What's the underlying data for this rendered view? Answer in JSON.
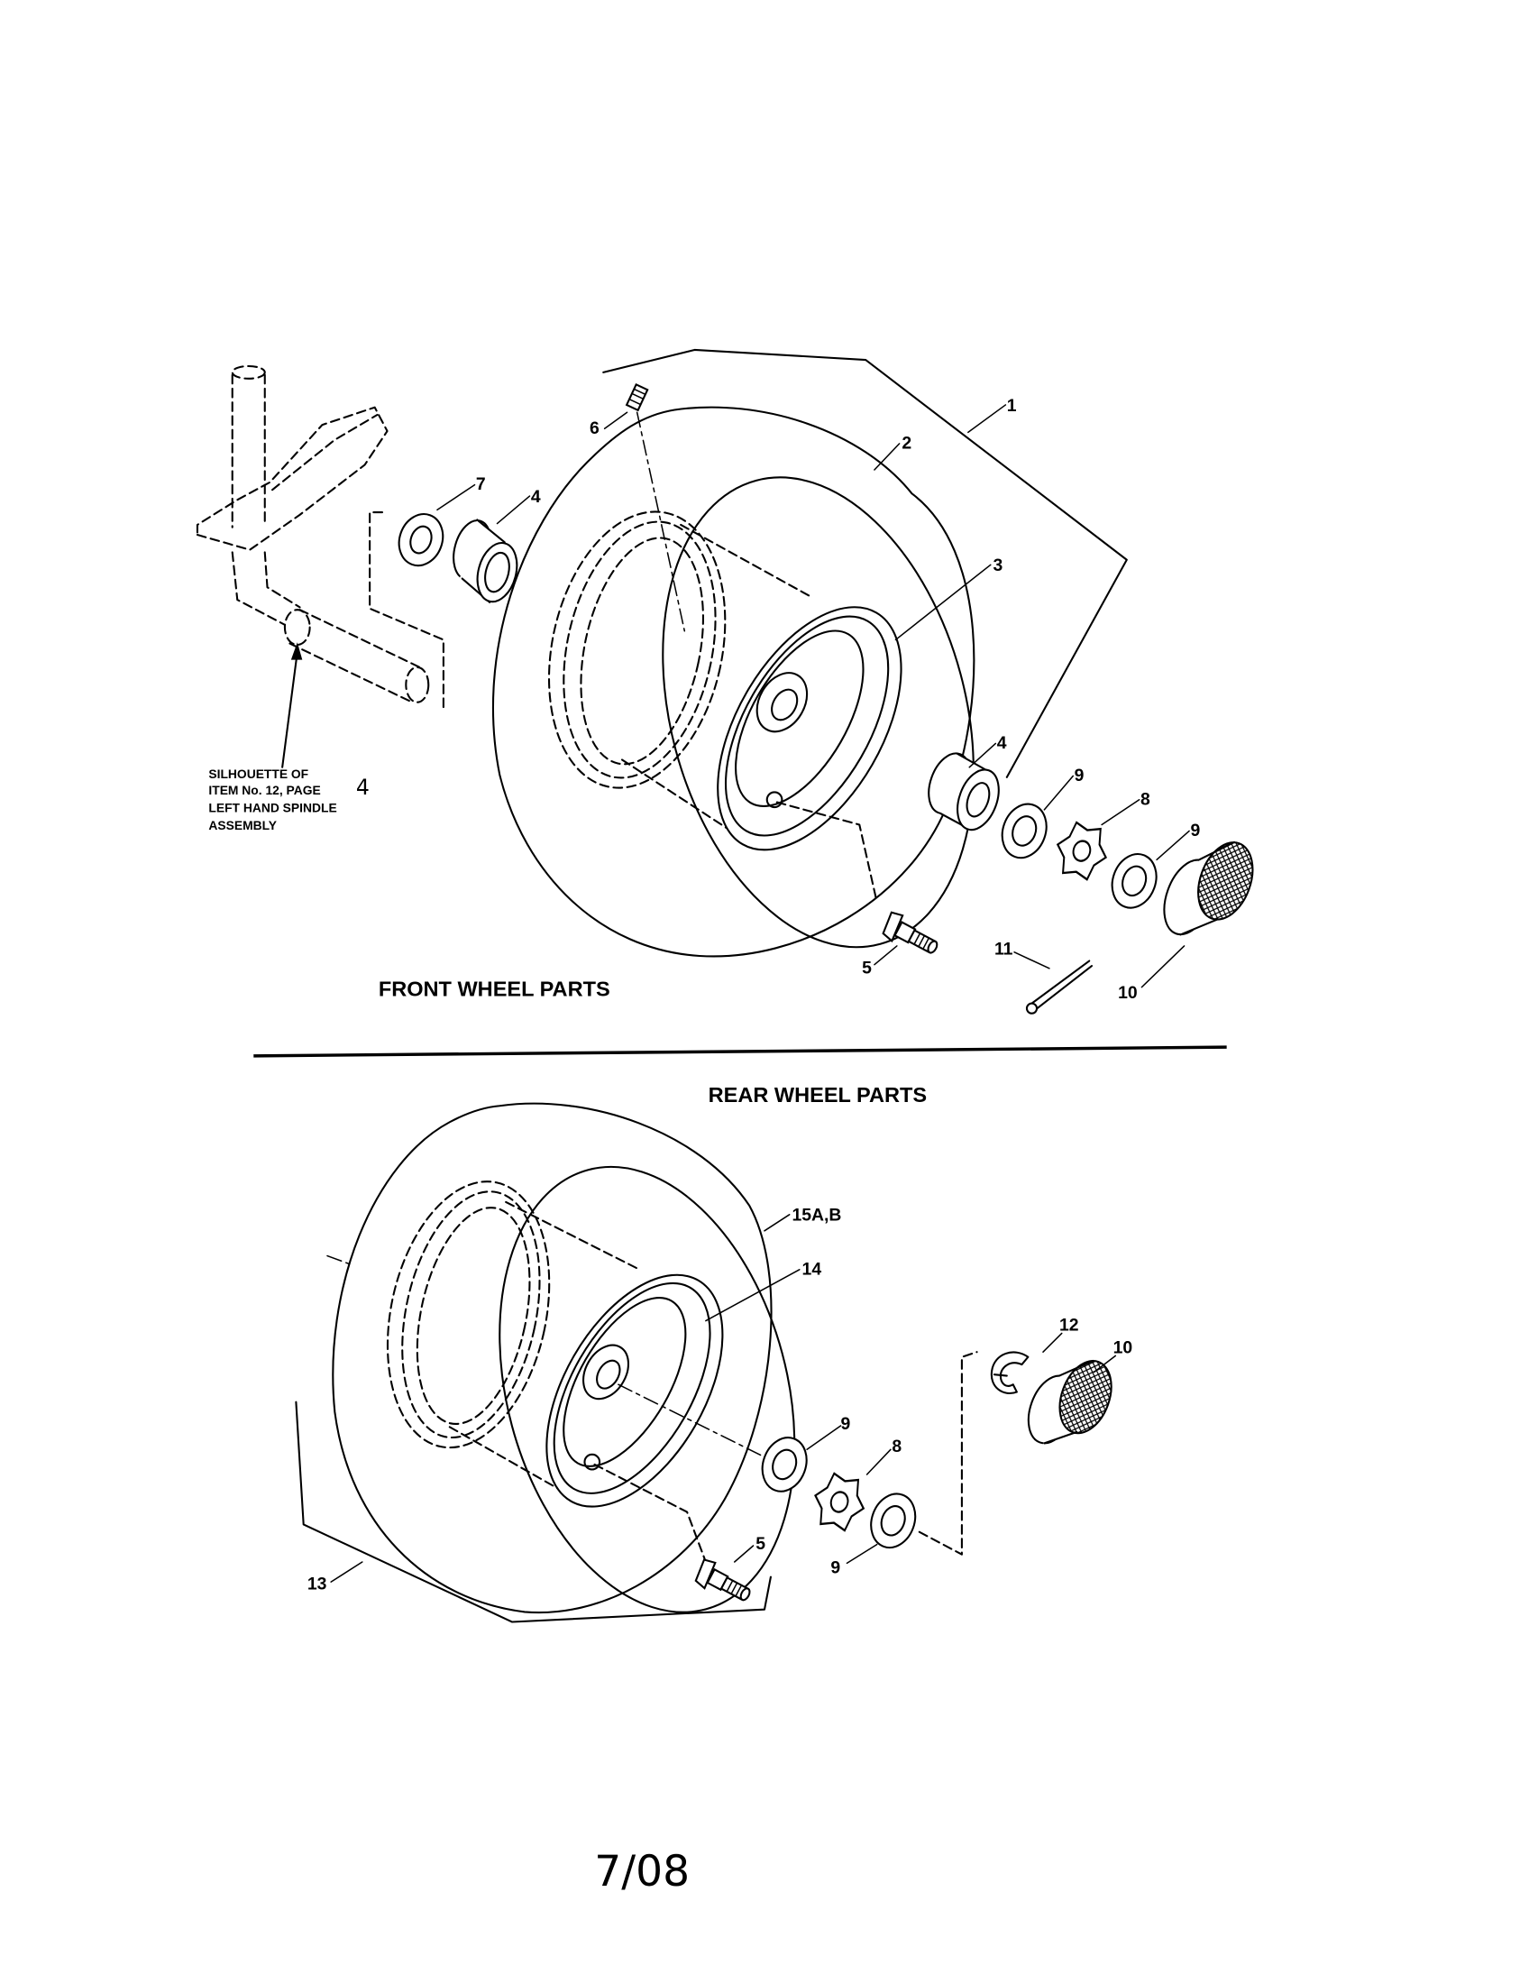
{
  "front_section": {
    "title": "FRONT WHEEL PARTS",
    "callouts": [
      "1",
      "2",
      "3",
      "7",
      "4",
      "6",
      "4",
      "9",
      "8",
      "9",
      "5",
      "11",
      "10"
    ],
    "silhouette_note": {
      "lines": [
        "SILHOUETTE OF",
        "ITEM No. 12, PAGE",
        "LEFT HAND SPINDLE",
        "ASSEMBLY"
      ],
      "page_number": "4"
    }
  },
  "rear_section": {
    "title": "REAR WHEEL PARTS",
    "callouts": [
      "15A,B",
      "14",
      "12",
      "10",
      "9",
      "8",
      "5",
      "9",
      "13"
    ]
  },
  "footer": {
    "date": "7/08"
  }
}
